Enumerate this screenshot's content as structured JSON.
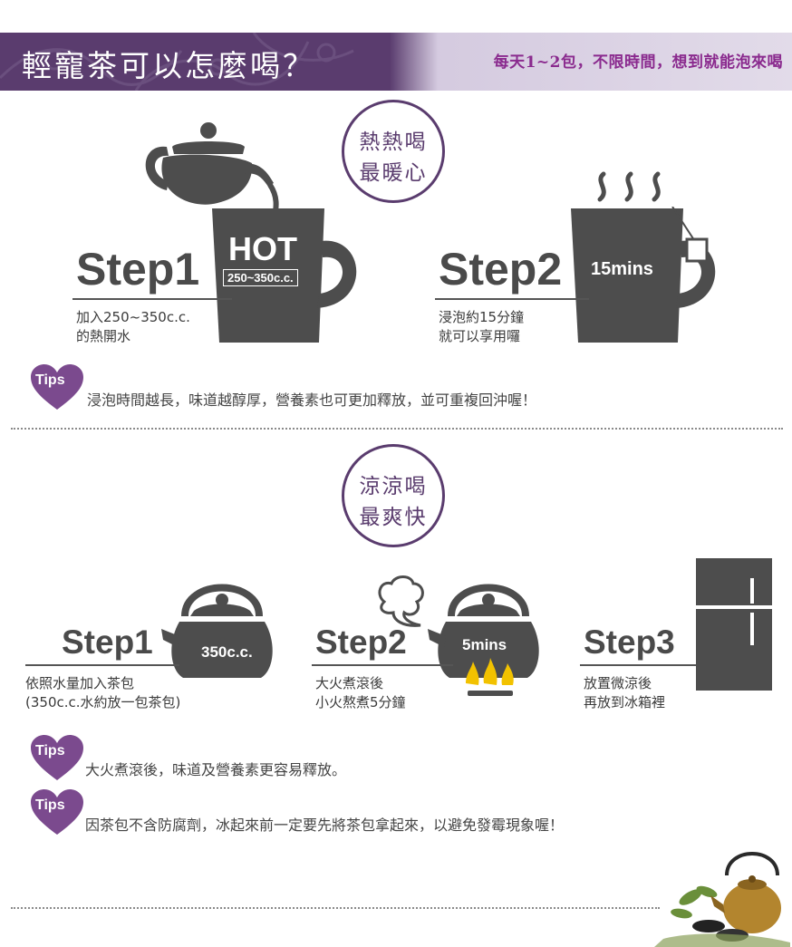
{
  "header": {
    "title": "輕寵茶可以怎麼喝？",
    "subtitle": "每天1~2包，不限時間，想到就能泡來喝"
  },
  "hot_section": {
    "badge": [
      "熱熱喝",
      "最暖心"
    ],
    "step1": {
      "title": "Step1",
      "mug_label": "HOT",
      "mug_sub": "250~350c.c.",
      "desc": [
        "加入250~350c.c.",
        "的熱開水"
      ]
    },
    "step2": {
      "title": "Step2",
      "mug_label": "15mins",
      "desc": [
        "浸泡約15分鐘",
        "就可以享用囉"
      ]
    },
    "tip": {
      "badge": "Tips",
      "text": "浸泡時間越長，味道越醇厚，營養素也可更加釋放，並可重複回沖喔！"
    }
  },
  "cold_section": {
    "badge": [
      "涼涼喝",
      "最爽快"
    ],
    "step1": {
      "title": "Step1",
      "kettle_label": "350c.c.",
      "desc": [
        "依照水量加入茶包",
        "(350c.c.水約放一包茶包)"
      ]
    },
    "step2": {
      "title": "Step2",
      "kettle_label": "5mins",
      "desc": [
        "大火煮滾後",
        "小火熬煮5分鐘"
      ]
    },
    "step3": {
      "title": "Step3",
      "desc": [
        "放置微涼後",
        "再放到冰箱裡"
      ]
    },
    "tips": [
      {
        "badge": "Tips",
        "text": "大火煮滾後，味道及營養素更容易釋放。"
      },
      {
        "badge": "Tips",
        "text": "因茶包不含防腐劑，冰起來前一定要先將茶包拿起來，以避免發霉現象喔！"
      }
    ]
  },
  "colors": {
    "brand_purple": "#5a3c6e",
    "accent_magenta": "#8a2a8e",
    "icon_gray": "#4d4d4d",
    "tips_heart": "#7b4a8e",
    "flame": "#f2c200"
  },
  "icons": [
    "teapot-icon",
    "hot-mug-icon",
    "steam-icon",
    "tea-mug-icon",
    "tea-bag-icon",
    "kettle-icon",
    "speech-bubble-icon",
    "flame-icon",
    "fridge-icon",
    "heart-icon",
    "iron-teapot-image"
  ]
}
